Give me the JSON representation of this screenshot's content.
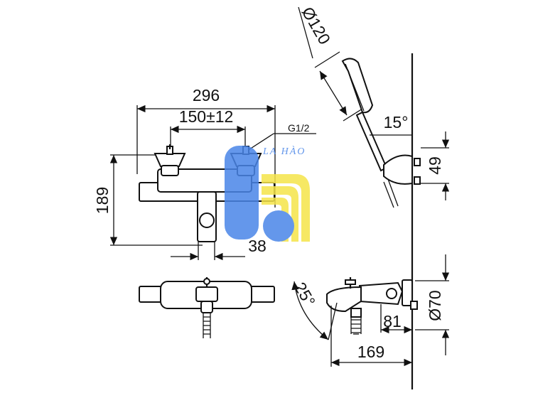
{
  "dimensions": {
    "total_width": "296",
    "center_distance": "150±12",
    "height": "189",
    "spout_width": "38",
    "inlet_thread": "G1/2",
    "handshower_head": "Ø120",
    "handshower_angle": "15°",
    "holder_height": "49",
    "flange": "Ø70",
    "spout_angle": "25°",
    "wall_offset": "81",
    "projection": "169"
  },
  "watermark": {
    "text": "LA HÀO",
    "colors": {
      "blue": "#4a86e8",
      "yellow": "#f5e44a"
    }
  }
}
